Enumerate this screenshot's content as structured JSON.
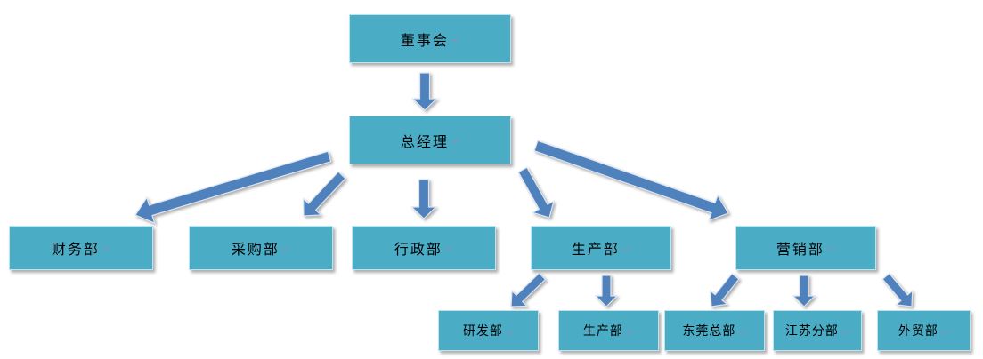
{
  "diagram": {
    "type": "org-chart",
    "nodes": {
      "board": "董事会",
      "general_manager": "总经理",
      "level2": [
        "财务部",
        "采购部",
        "行政部",
        "生产部",
        "营销部"
      ],
      "level3": [
        "研发部",
        "生产部",
        "东莞总部",
        "江苏分部",
        "外贸部"
      ]
    },
    "edges": [
      "董事会 -> 总经理",
      "总经理 -> 财务部",
      "总经理 -> 采购部",
      "总经理 -> 行政部",
      "总经理 -> 生产部",
      "总经理 -> 营销部",
      "生产部 -> 研发部",
      "生产部 -> 生产部",
      "营销部 -> 东莞总部",
      "营销部 -> 江苏分部",
      "营销部 -> 外贸部"
    ],
    "marks": {
      "line_break": "↵"
    },
    "colors": {
      "box_fill": "#4BACC6",
      "box_border": "#BFE2EC",
      "arrow_fill": "#4F81BD",
      "arrow_outline": "#DCE6F2",
      "text": "#000000"
    }
  }
}
